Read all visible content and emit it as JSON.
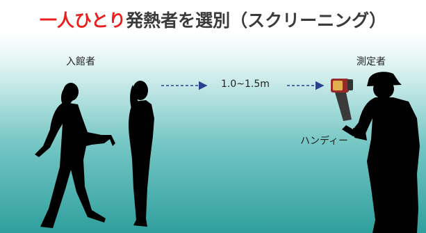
{
  "title": {
    "highlight": "一人ひとり",
    "rest": "発熱者を選別（スクリーニング）"
  },
  "labels": {
    "visitor": "入館者",
    "inspector": "測定者",
    "distance": "1.0~1.5m",
    "device": "ハンディー"
  },
  "colors": {
    "highlight": "#e8201f",
    "title_text": "#3a3a3a",
    "arrow": "#2b3f8f",
    "silhouette": "#000000"
  }
}
